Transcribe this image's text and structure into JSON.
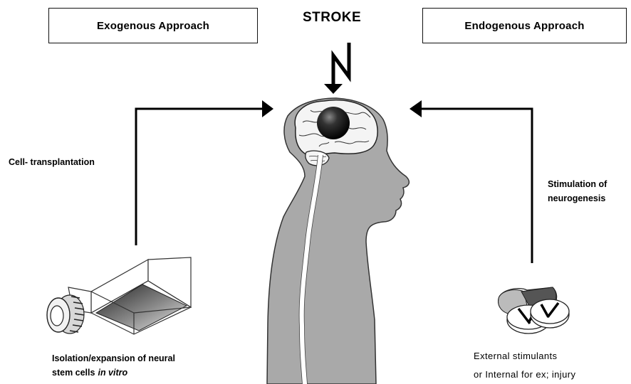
{
  "exogenous": {
    "title": "Exogenous Approach",
    "step_label": "Cell- transplantation",
    "source_line1": "Isolation/expansion of neural",
    "source_line2_prefix": "stem cells",
    "source_line2_italic": "in vitro"
  },
  "center": {
    "title": "STROKE"
  },
  "endogenous": {
    "title": "Endogenous Approach",
    "step_line1": "Stimulation of",
    "step_line2": "neurogenesis",
    "source_line1": "External stimulants",
    "source_line2": "or Internal for ex; injury"
  }
}
